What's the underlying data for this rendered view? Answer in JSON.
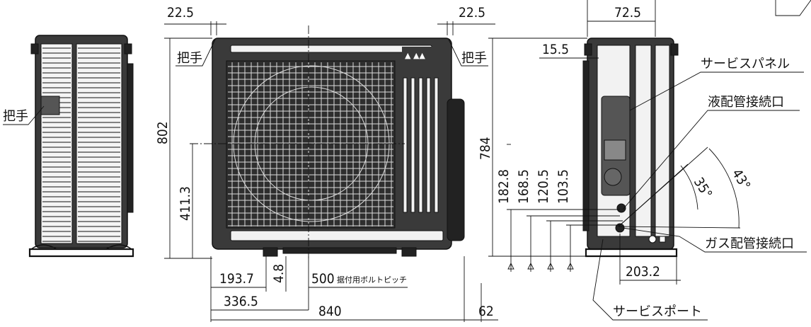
{
  "labels": {
    "handle": "把手",
    "service_panel": "サービスパネル",
    "liquid_pipe": "液配管接続口",
    "gas_pipe": "ガス配管接続口",
    "service_port": "サービスポート",
    "bolt_pitch_suffix": "据付用ボルトピッチ"
  },
  "dimensions": {
    "top_left_22_5": "22.5",
    "top_right_22_5": "22.5",
    "height_802": "802",
    "height_411_3": "411.3",
    "d_193_7": "193.7",
    "d_4_8": "4.8",
    "bolt_pitch_500": "500",
    "d_336_5": "336.5",
    "width_840": "840",
    "d_62": "62",
    "side_72_5": "72.5",
    "side_15_5": "15.5",
    "height_784": "784",
    "d_182_8": "182.8",
    "d_168_5": "168.5",
    "d_120_5": "120.5",
    "d_103_5": "103.5",
    "d_203_2": "203.2",
    "angle_35": "35°",
    "angle_43": "43°"
  }
}
